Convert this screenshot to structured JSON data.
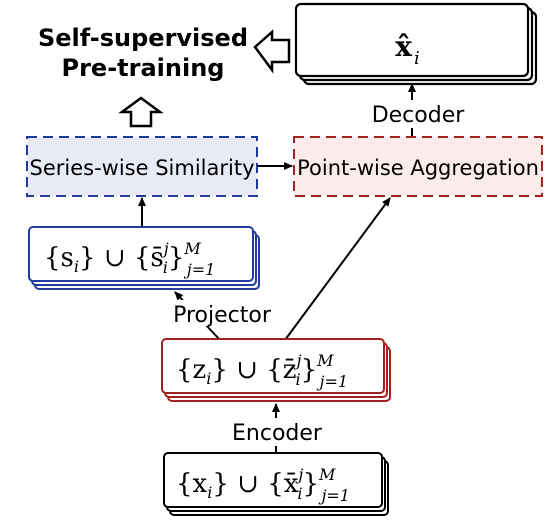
{
  "title": {
    "line1": "Self-supervised",
    "line2": "Pre-training"
  },
  "blocks": {
    "series_similarity": "Series-wise Similarity",
    "point_aggregation": "Point-wise Aggregation"
  },
  "edge_labels": {
    "decoder": "Decoder",
    "projector": "Projector",
    "encoder": "Encoder"
  },
  "math": {
    "x_hat": "x̂",
    "x_hat_sub": "i",
    "s_set": {
      "main": "{s",
      "sub_i": "i",
      "union": "} ∪ {s̄",
      "sup_j": "j",
      "sub_i2": "i",
      "close": "}",
      "sup_M": "M",
      "sub_j1": "j=1"
    },
    "z_set": {
      "main": "{z",
      "sub_i": "i",
      "union": "} ∪ {z̄",
      "sup_j": "j",
      "sub_i2": "i",
      "close": "}",
      "sup_M": "M",
      "sub_j1": "j=1"
    },
    "x_set": {
      "main": "{x",
      "sub_i": "i",
      "union": "} ∪ {x̄",
      "sup_j": "j",
      "sub_i2": "i",
      "close": "}",
      "sup_M": "M",
      "sub_j1": "j=1"
    }
  },
  "colors": {
    "blue": "#1f3c9e",
    "blue_fill": "#e8eaf6",
    "red": "#a32020",
    "red_fill": "#fbecec",
    "black": "#000000"
  }
}
